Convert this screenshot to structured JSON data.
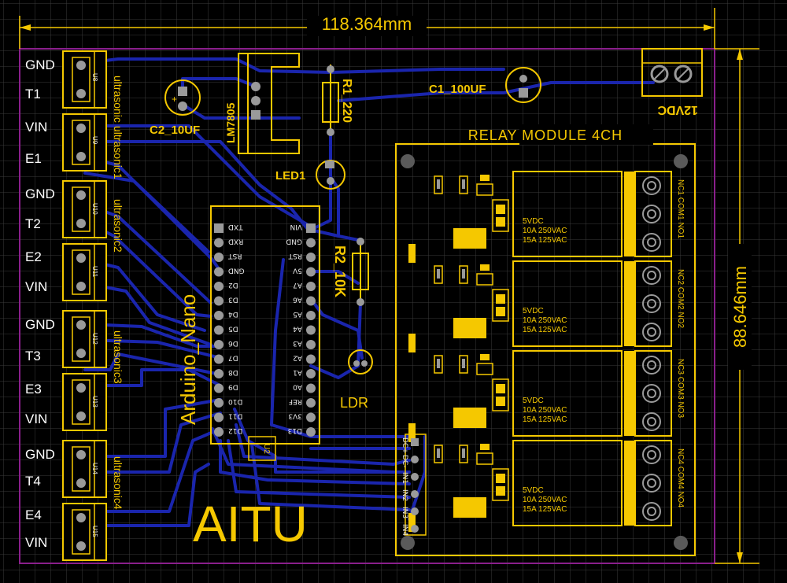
{
  "dimensions": {
    "width_label": "118.364mm",
    "height_label": "88.646mm"
  },
  "board": {
    "label": "AITU",
    "power_input_label": "12VDC"
  },
  "components": {
    "c1": "C1_100UF",
    "c2": "C2_10UF",
    "regulator": "LM7805",
    "r1": "R1_220",
    "r2": "R2_10K",
    "led1": "LED1",
    "ldr": "LDR",
    "mcu": "Arduino_Nano",
    "mcu_ref": "U2"
  },
  "left_header": {
    "pins": [
      "GND",
      "T1",
      "VIN",
      "E1",
      "GND",
      "T2",
      "E2",
      "VIN",
      "GND",
      "T3",
      "E3",
      "VIN",
      "GND",
      "T4",
      "E4",
      "VIN"
    ],
    "connector_refs": [
      "U8",
      "U9",
      "U10",
      "U11",
      "U12",
      "U13",
      "U14",
      "U15"
    ],
    "sensors": [
      "ultrasonic",
      "ultrasonic1",
      "ultrasonic2",
      "ultrasonic3",
      "ultrasonic4"
    ]
  },
  "arduino_pins": {
    "left": [
      "TXD",
      "RXD",
      "RST",
      "GND",
      "D2",
      "D3",
      "D4",
      "D5",
      "D6",
      "D7",
      "D8",
      "D9",
      "D10",
      "D11",
      "D12"
    ],
    "right": [
      "VIN",
      "GND",
      "RST",
      "5V",
      "A7",
      "A6",
      "A5",
      "A4",
      "A3",
      "A2",
      "A1",
      "A0",
      "REF",
      "3V3",
      "D13"
    ]
  },
  "relay_module": {
    "title": "RELAY MODULE 4CH",
    "input_pins": [
      "DC+",
      "DC-",
      "IN1",
      "IN2",
      "IN3",
      "IN4"
    ],
    "relays": [
      {
        "rating_lines": [
          "5VDC",
          "10A  250VAC",
          "15A  125VAC"
        ],
        "terminals": "NC1 COM1 NO1"
      },
      {
        "rating_lines": [
          "5VDC",
          "10A  250VAC",
          "15A  125VAC"
        ],
        "terminals": "NC2 COM2 NO2"
      },
      {
        "rating_lines": [
          "5VDC",
          "10A  250VAC",
          "15A  125VAC"
        ],
        "terminals": "NC3 COM3 NO3"
      },
      {
        "rating_lines": [
          "5VDC",
          "10A  250VAC",
          "15A  125VAC"
        ],
        "terminals": "NC4 COM4 NO4"
      }
    ]
  },
  "colors": {
    "background": "#000000",
    "grid": "#3a3a3a",
    "silkscreen": "#f5c800",
    "trace": "#1a25ad",
    "pad": "#9a9a9a",
    "outline": "#8a1f8c",
    "pin_text": "#eaeaea"
  }
}
